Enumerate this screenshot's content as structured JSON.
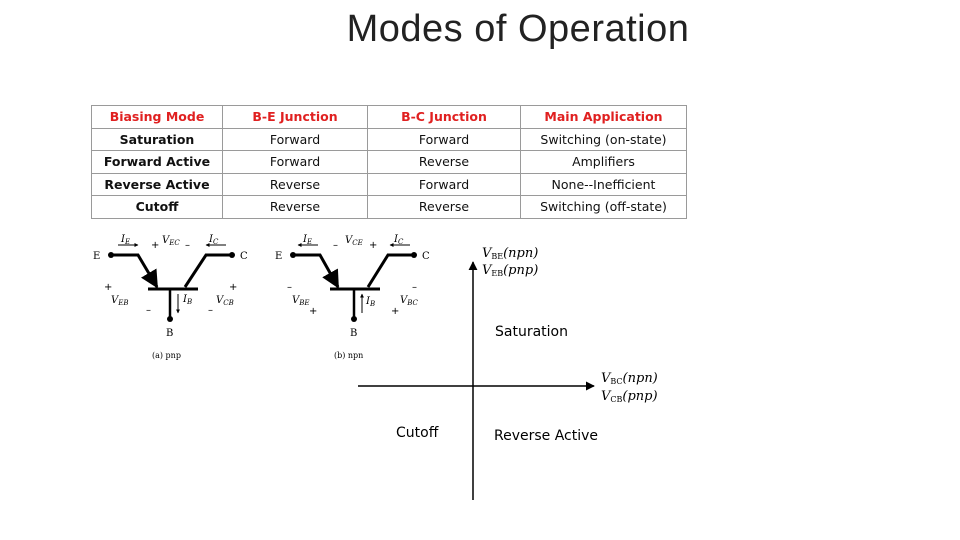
{
  "slide": {
    "title": "Modes of Operation"
  },
  "table": {
    "headers": [
      "Biasing Mode",
      "B-E Junction",
      "B-C Junction",
      "Main Application"
    ],
    "rows": [
      [
        "Saturation",
        "Forward",
        "Forward",
        "Switching (on-state)"
      ],
      [
        "Forward Active",
        "Forward",
        "Reverse",
        "Amplifiers"
      ],
      [
        "Reverse Active",
        "Reverse",
        "Forward",
        "None--Inefficient"
      ],
      [
        "Cutoff",
        "Reverse",
        "Reverse",
        "Switching (off-state)"
      ]
    ]
  },
  "pnp_figure": {
    "caption": "(a) pnp",
    "terminals": {
      "e": "E",
      "c": "C",
      "b": "B"
    },
    "currents": {
      "ie": "I",
      "ie_sub": "E",
      "ic": "I",
      "ic_sub": "C",
      "ib": "I",
      "ib_sub": "B"
    },
    "voltages": {
      "vec": "V",
      "vec_sub": "EC",
      "veb": "V",
      "veb_sub": "EB",
      "vcb": "V",
      "vcb_sub": "CB"
    },
    "signs": {
      "plus": "+",
      "minus": "–"
    }
  },
  "npn_figure": {
    "caption": "(b) npn",
    "terminals": {
      "e": "E",
      "c": "C",
      "b": "B"
    },
    "currents": {
      "ie": "I",
      "ie_sub": "E",
      "ic": "I",
      "ic_sub": "C",
      "ib": "I",
      "ib_sub": "B"
    },
    "voltages": {
      "vce": "V",
      "vce_sub": "CE",
      "vbe": "V",
      "vbe_sub": "BE",
      "vbc": "V",
      "vbc_sub": "BC"
    },
    "signs": {
      "plus": "+",
      "minus": "–"
    }
  },
  "mode_plot": {
    "y_axis": [
      {
        "v": "V",
        "sub": "BE",
        "type": "(npn)"
      },
      {
        "v": "V",
        "sub": "EB",
        "type": "(pnp)"
      }
    ],
    "x_axis": [
      {
        "v": "V",
        "sub": "BC",
        "type": "(npn)"
      },
      {
        "v": "V",
        "sub": "CB",
        "type": "(pnp)"
      }
    ],
    "regions": {
      "top_right": "Saturation",
      "bottom_left": "Cutoff",
      "bottom_right": "Reverse Active"
    }
  }
}
